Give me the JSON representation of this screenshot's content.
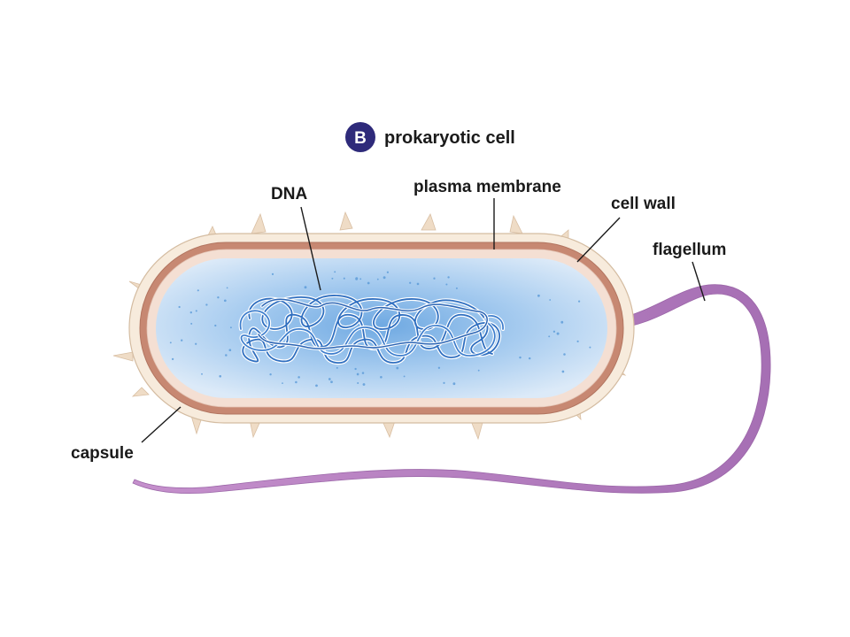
{
  "figure": {
    "badge_letter": "B",
    "title": "prokaryotic cell",
    "labels": {
      "dna": "DNA",
      "plasma_membrane": "plasma membrane",
      "cell_wall": "cell wall",
      "flagellum": "flagellum",
      "capsule": "capsule"
    }
  },
  "colors": {
    "badge": "#2e2a7a",
    "capsule": "#f6e8d6",
    "capsule_edge": "#cfb79c",
    "cell_wall": "#c98a74",
    "plasma_membrane": "#f3ddd0",
    "cytoplasm_center": "#7fb6e8",
    "cytoplasm_edge": "#d6e8f8",
    "dna": "#2f6fc0",
    "flagellum": "#b67cc0",
    "spikes": "#ead2b8"
  }
}
